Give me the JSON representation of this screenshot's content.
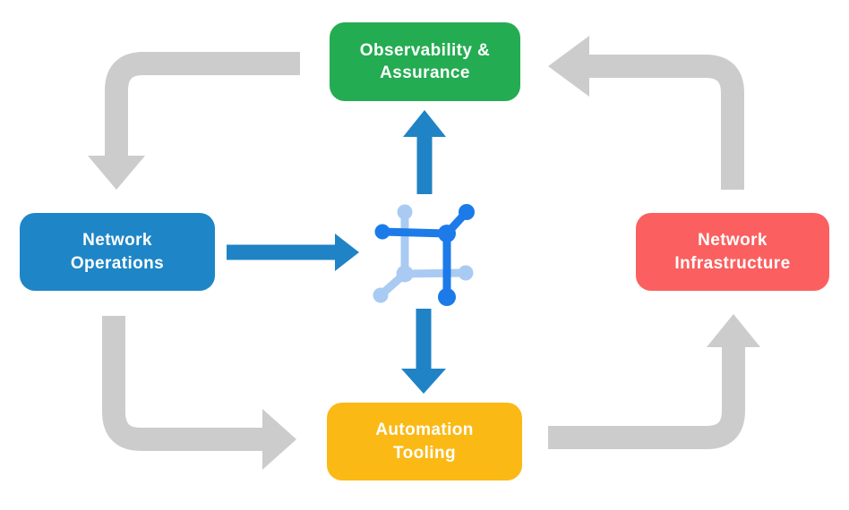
{
  "diagram": {
    "nodes": {
      "observability": {
        "label": "Observability &\nAssurance",
        "color": "#24AC52"
      },
      "operations": {
        "label": "Network\nOperations",
        "color": "#1E86C7"
      },
      "infrastructure": {
        "label": "Network\nInfrastructure",
        "color": "#FB5F5F"
      },
      "automation": {
        "label": "Automation\nTooling",
        "color": "#FBB916"
      }
    },
    "arrows": {
      "cycle_color": "#CCCCCC",
      "flow_color": "#1F83C5",
      "cycle": [
        {
          "name": "observability-to-operations",
          "from": "observability",
          "to": "operations"
        },
        {
          "name": "infrastructure-to-observability",
          "from": "infrastructure",
          "to": "observability"
        },
        {
          "name": "operations-to-automation",
          "from": "operations",
          "to": "automation"
        },
        {
          "name": "automation-to-infrastructure",
          "from": "automation",
          "to": "infrastructure"
        }
      ],
      "flow": [
        {
          "name": "operations-to-center"
        },
        {
          "name": "center-to-observability"
        },
        {
          "name": "center-to-automation"
        }
      ]
    },
    "center_icon": {
      "name": "network-mesh-icon",
      "dark_color": "#1C7BE8",
      "light_color": "#A9CBF3"
    }
  }
}
